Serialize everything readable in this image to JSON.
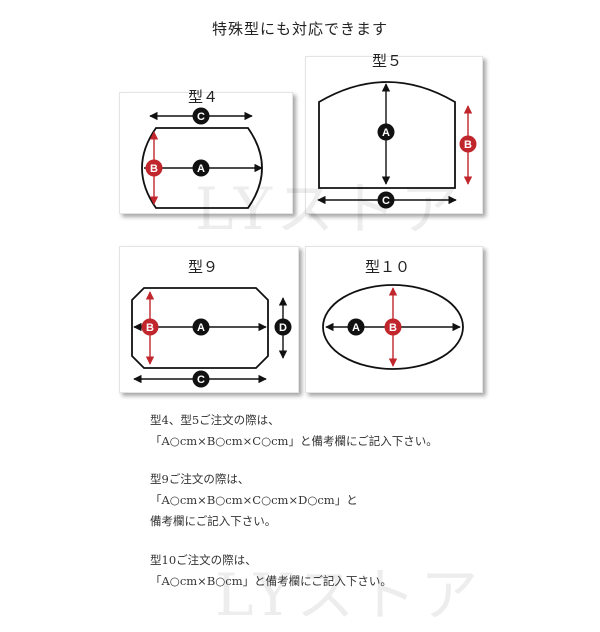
{
  "title": "特殊型にも対応できます",
  "shapes": {
    "type4": {
      "label": "型４"
    },
    "type5": {
      "label": "型５"
    },
    "type9": {
      "label": "型９"
    },
    "type10": {
      "label": "型１０"
    }
  },
  "markers": {
    "a": "A",
    "b": "B",
    "c": "C",
    "d": "D"
  },
  "colors": {
    "black_marker": "#111111",
    "red_marker": "#c0262c"
  },
  "watermark": "LYストア",
  "instructions": {
    "block1_line1": "型4、型5ご注文の際は、",
    "block1_line2": "「A○cm×B○cm×C○cm」と備考欄にご記入下さい。",
    "block2_line1": "型9ご注文の際は、",
    "block2_line2": "「A○cm×B○cm×C○cm×D○cm」と",
    "block2_line3": "備考欄にご記入下さい。",
    "block3_line1": "型10ご注文の際は、",
    "block3_line2": "「A○cm×B○cm」と備考欄にご記入下さい。"
  }
}
